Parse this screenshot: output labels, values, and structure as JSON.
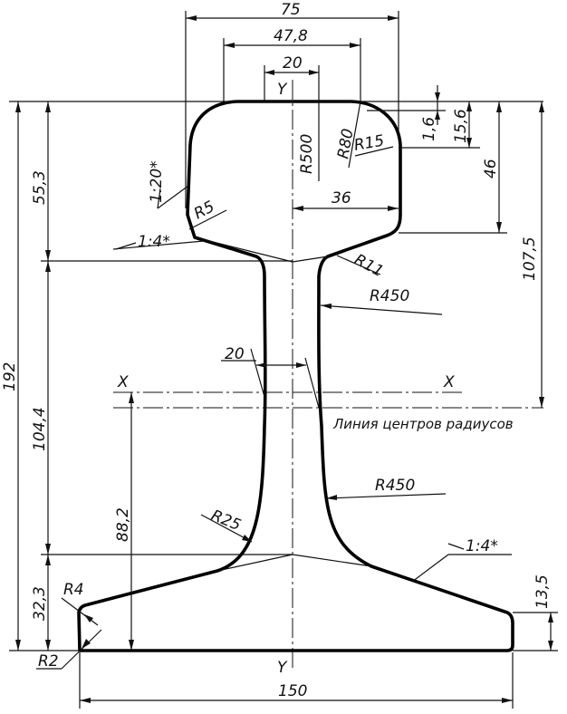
{
  "dims": {
    "width_head": "75",
    "width_head_top": "47,8",
    "width_top_flat": "20",
    "width_lower_head": "36",
    "web_width": "20",
    "base_width": "150",
    "total_height": "192",
    "head_height": "55,3",
    "web_height": "104,4",
    "base_height": "32,3",
    "neutral_height": "88,2",
    "center_height": "107,5",
    "head_side": "46",
    "head_r_top": "15,6",
    "head_r_step": "1,6",
    "base_edge": "13,5"
  },
  "radii": {
    "r500": "R500",
    "r80": "R80",
    "r15": "R15",
    "r5": "R5",
    "r11": "R11",
    "r450_top": "R450",
    "r450_bottom": "R450",
    "r25": "R25",
    "r4": "R4",
    "r2": "R2"
  },
  "slopes": {
    "head_side": "1:20*",
    "head_under": "1:4*",
    "base_top": "1:4*"
  },
  "axes": {
    "x_left": "X",
    "x_right": "X",
    "y_top": "Y",
    "y_bottom": "Y"
  },
  "note": "Линия центров радиусов"
}
